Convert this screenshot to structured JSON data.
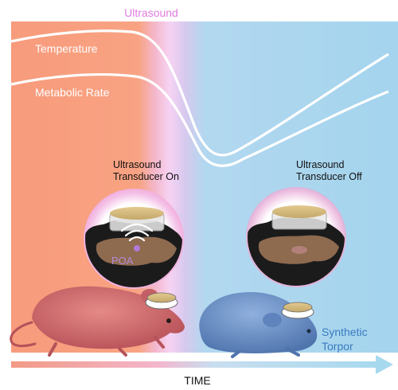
{
  "labels": {
    "ultrasound": "Ultrasound",
    "temperature": "Temperature",
    "metabolic_rate": "Metabolic Rate",
    "transducer_on_line1": "Ultrasound",
    "transducer_on_line2": "Transducer On",
    "transducer_off_line1": "Ultrasound",
    "transducer_off_line2": "Transducer Off",
    "poa": "POA",
    "synthetic_line1": "Synthetic",
    "synthetic_line2": "Torpor",
    "time_axis": "TIME"
  },
  "colors": {
    "warm_phase": "#f79b7c",
    "ultrasound_band": "#f2c1ee",
    "torpor_phase": "#a9d6ee",
    "curve": "#ffffff",
    "time_arrow": "#a7d9ee",
    "mouse_active": "#cf6b68",
    "mouse_torpor": "#6d93c9"
  }
}
